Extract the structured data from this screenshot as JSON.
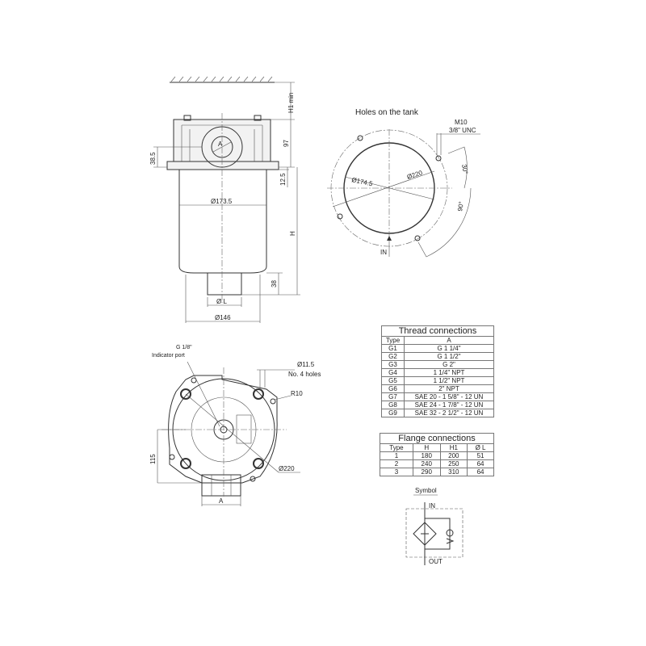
{
  "side_view": {
    "dims": {
      "h1_min": "H1 min",
      "d97": "97",
      "d38_5": "38.5",
      "d12_5": "12.5",
      "h": "H",
      "d38": "38",
      "d173_5": "Ø173.5",
      "dl": "Ø L",
      "d146": "Ø146",
      "port_a": "A"
    }
  },
  "tank_holes": {
    "title": "Holes on the tank",
    "thread_m10": "M10",
    "thread_unc": "3/8\" UNC",
    "d174_5": "Ø174.5",
    "d220": "Ø220",
    "angle_30": "30°",
    "angle_90": "90°",
    "inlet": "IN"
  },
  "bottom_view": {
    "g18": "G 1/8\"",
    "indicator_port": "Indicator port",
    "d11_5": "Ø11.5",
    "holes": "No. 4 holes",
    "r10": "R10",
    "d220": "Ø220",
    "d115": "115",
    "a": "A"
  },
  "thread_table": {
    "title": "Thread connections",
    "headers": [
      "Type",
      "A"
    ],
    "rows": [
      [
        "G1",
        "G 1 1/4\""
      ],
      [
        "G2",
        "G 1 1/2\""
      ],
      [
        "G3",
        "G 2\""
      ],
      [
        "G4",
        "1 1/4\" NPT"
      ],
      [
        "G5",
        "1 1/2\" NPT"
      ],
      [
        "G6",
        "2\" NPT"
      ],
      [
        "G7",
        "SAE 20 - 1 5/8\" - 12 UN"
      ],
      [
        "G8",
        "SAE 24 - 1 7/8\" - 12 UN"
      ],
      [
        "G9",
        "SAE 32 - 2 1/2\" - 12 UN"
      ]
    ]
  },
  "flange_table": {
    "title": "Flange connections",
    "headers": [
      "Type",
      "H",
      "H1",
      "Ø L"
    ],
    "rows": [
      [
        "1",
        "180",
        "200",
        "51"
      ],
      [
        "2",
        "240",
        "250",
        "64"
      ],
      [
        "3",
        "290",
        "310",
        "64"
      ]
    ]
  },
  "symbol": {
    "title": "Symbol",
    "in": "IN",
    "out": "OUT"
  }
}
